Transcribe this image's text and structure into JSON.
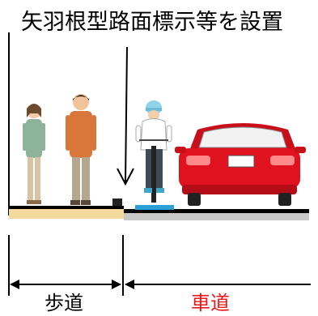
{
  "title": "矢羽根型路面標示等を設置",
  "labels": {
    "sidewalk": "歩道",
    "roadway": "車道"
  },
  "colors": {
    "sidewalk_surface": "#f3d99b",
    "road_surface": "#c8c8c8",
    "bike_marking": "#2a9fd8",
    "car": "#e0121f",
    "roadway_label": "#e81818"
  },
  "icons": [
    "pedestrian-woman-icon",
    "pedestrian-man-icon",
    "cyclist-icon",
    "car-icon",
    "pointer-arrow-icon"
  ]
}
